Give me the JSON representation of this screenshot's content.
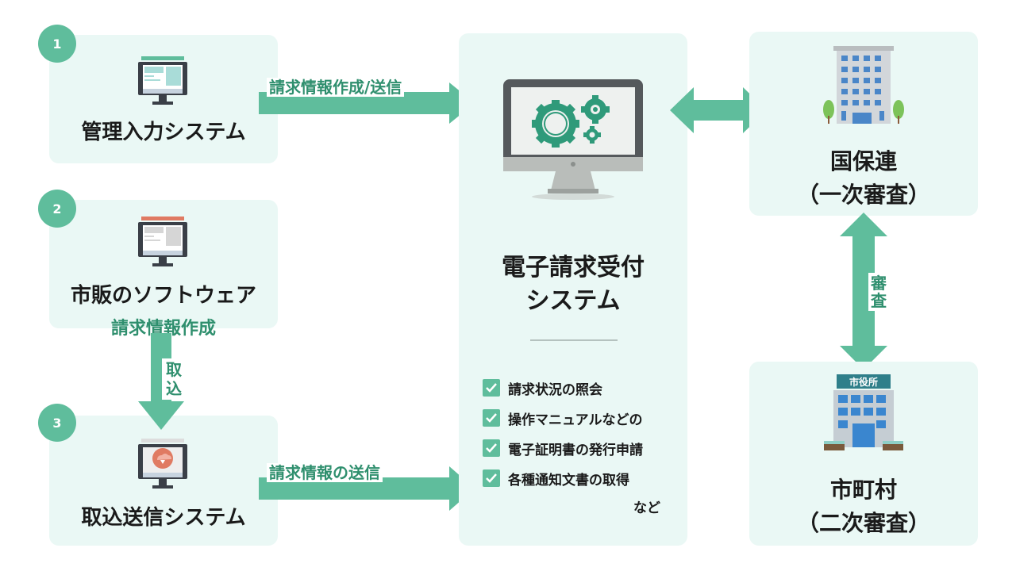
{
  "colors": {
    "accent": "#5fbd9c",
    "accent_text": "#2f8f6e",
    "card_bg": "#eaf8f5"
  },
  "sources": [
    {
      "number": "1",
      "title": "管理入力システム",
      "icon": "computer-icon-teal"
    },
    {
      "number": "2",
      "title": "市販のソフトウェア",
      "subtitle": "請求情報作成",
      "icon": "computer-icon-red"
    },
    {
      "number": "3",
      "title": "取込送信システム",
      "icon": "computer-upload-icon"
    }
  ],
  "arrows": {
    "top": "請求情報作成/送信",
    "bottom": "請求情報の送信",
    "import": "取込",
    "review": "審査"
  },
  "center": {
    "title_line1": "電子請求受付",
    "title_line2": "システム",
    "icon": "monitor-gears-icon",
    "features": [
      "請求状況の照会",
      "操作マニュアルなどの",
      "電子証明書の発行申請",
      "各種通知文書の取得"
    ],
    "etc": "など"
  },
  "right": {
    "top": {
      "line1": "国保連",
      "line2": "（一次審査）",
      "icon": "office-building-icon"
    },
    "bottom": {
      "line1": "市町村",
      "line2": "（二次審査）",
      "icon": "city-hall-icon",
      "sign": "市役所"
    }
  }
}
